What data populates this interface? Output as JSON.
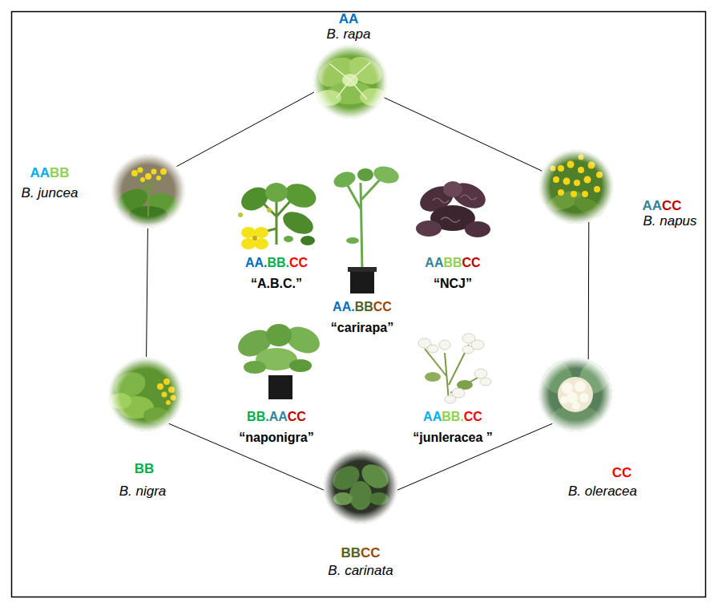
{
  "diagram": {
    "nodes": [
      {
        "text": [
          "AA",
          "B. rapa"
        ]
      },
      {
        "text": [
          "AABB",
          "B. juncea"
        ]
      },
      {
        "text": [
          "AACC",
          "B. napus"
        ]
      },
      {
        "text": [
          "AA.BB.CC",
          "“A.B.C.”"
        ]
      },
      {
        "text": [
          "AA.BBCC",
          "“carirapa”"
        ]
      },
      {
        "text": [
          "AABBCC",
          "“NCJ”"
        ]
      },
      {
        "text": [
          "BB.AACC",
          "“naponigra”"
        ]
      },
      {
        "text": [
          "AABB.CC",
          "“junleracea ”"
        ]
      },
      {
        "text": [
          "BB",
          "B. nigra"
        ]
      },
      {
        "text": [
          "CC",
          "B. oleracea"
        ]
      },
      {
        "text": [
          "BBCC",
          "B. carinata"
        ]
      }
    ],
    "edges": [
      {
        "from": 0,
        "to": 2,
        "arrow": "none"
      },
      {
        "from": 2,
        "to": 9,
        "arrow": "none"
      },
      {
        "from": 9,
        "to": 10,
        "arrow": "none"
      },
      {
        "from": 10,
        "to": 8,
        "arrow": "none"
      },
      {
        "from": 8,
        "to": 1,
        "arrow": "none"
      },
      {
        "from": 1,
        "to": 0,
        "arrow": "none"
      }
    ]
  }
}
